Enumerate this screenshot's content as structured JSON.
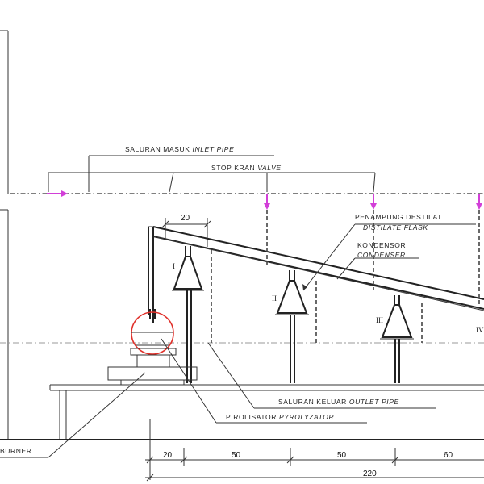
{
  "labels": {
    "inlet_pipe": {
      "main": "SALURAN MASUK ",
      "italic": "INLET PIPE"
    },
    "valve": {
      "main": "STOP KRAN ",
      "italic": "VALVE"
    },
    "distillate_flask": {
      "main": "PENAMPUNG DESTILAT",
      "italic": "DISTILATE FLASK"
    },
    "condenser": {
      "main": "KONDENSOR",
      "italic": "CONDENSER"
    },
    "outlet_pipe": {
      "main": "SALURAN KELUAR ",
      "italic": "OUTLET PIPE"
    },
    "pyrolyzer": {
      "main": "PIROLISATOR ",
      "italic": "PYROLYZATOR"
    },
    "burner": {
      "main": "BURNER"
    }
  },
  "flask_numbers": [
    "I",
    "II",
    "III",
    "IV"
  ],
  "dimensions": {
    "top_width": "20",
    "bottom_seg1": "20",
    "bottom_seg2": "50",
    "bottom_seg3": "50",
    "bottom_seg4": "60",
    "total": "220"
  },
  "colors": {
    "valve_marker": "#d23fd8",
    "line": "#333333"
  }
}
